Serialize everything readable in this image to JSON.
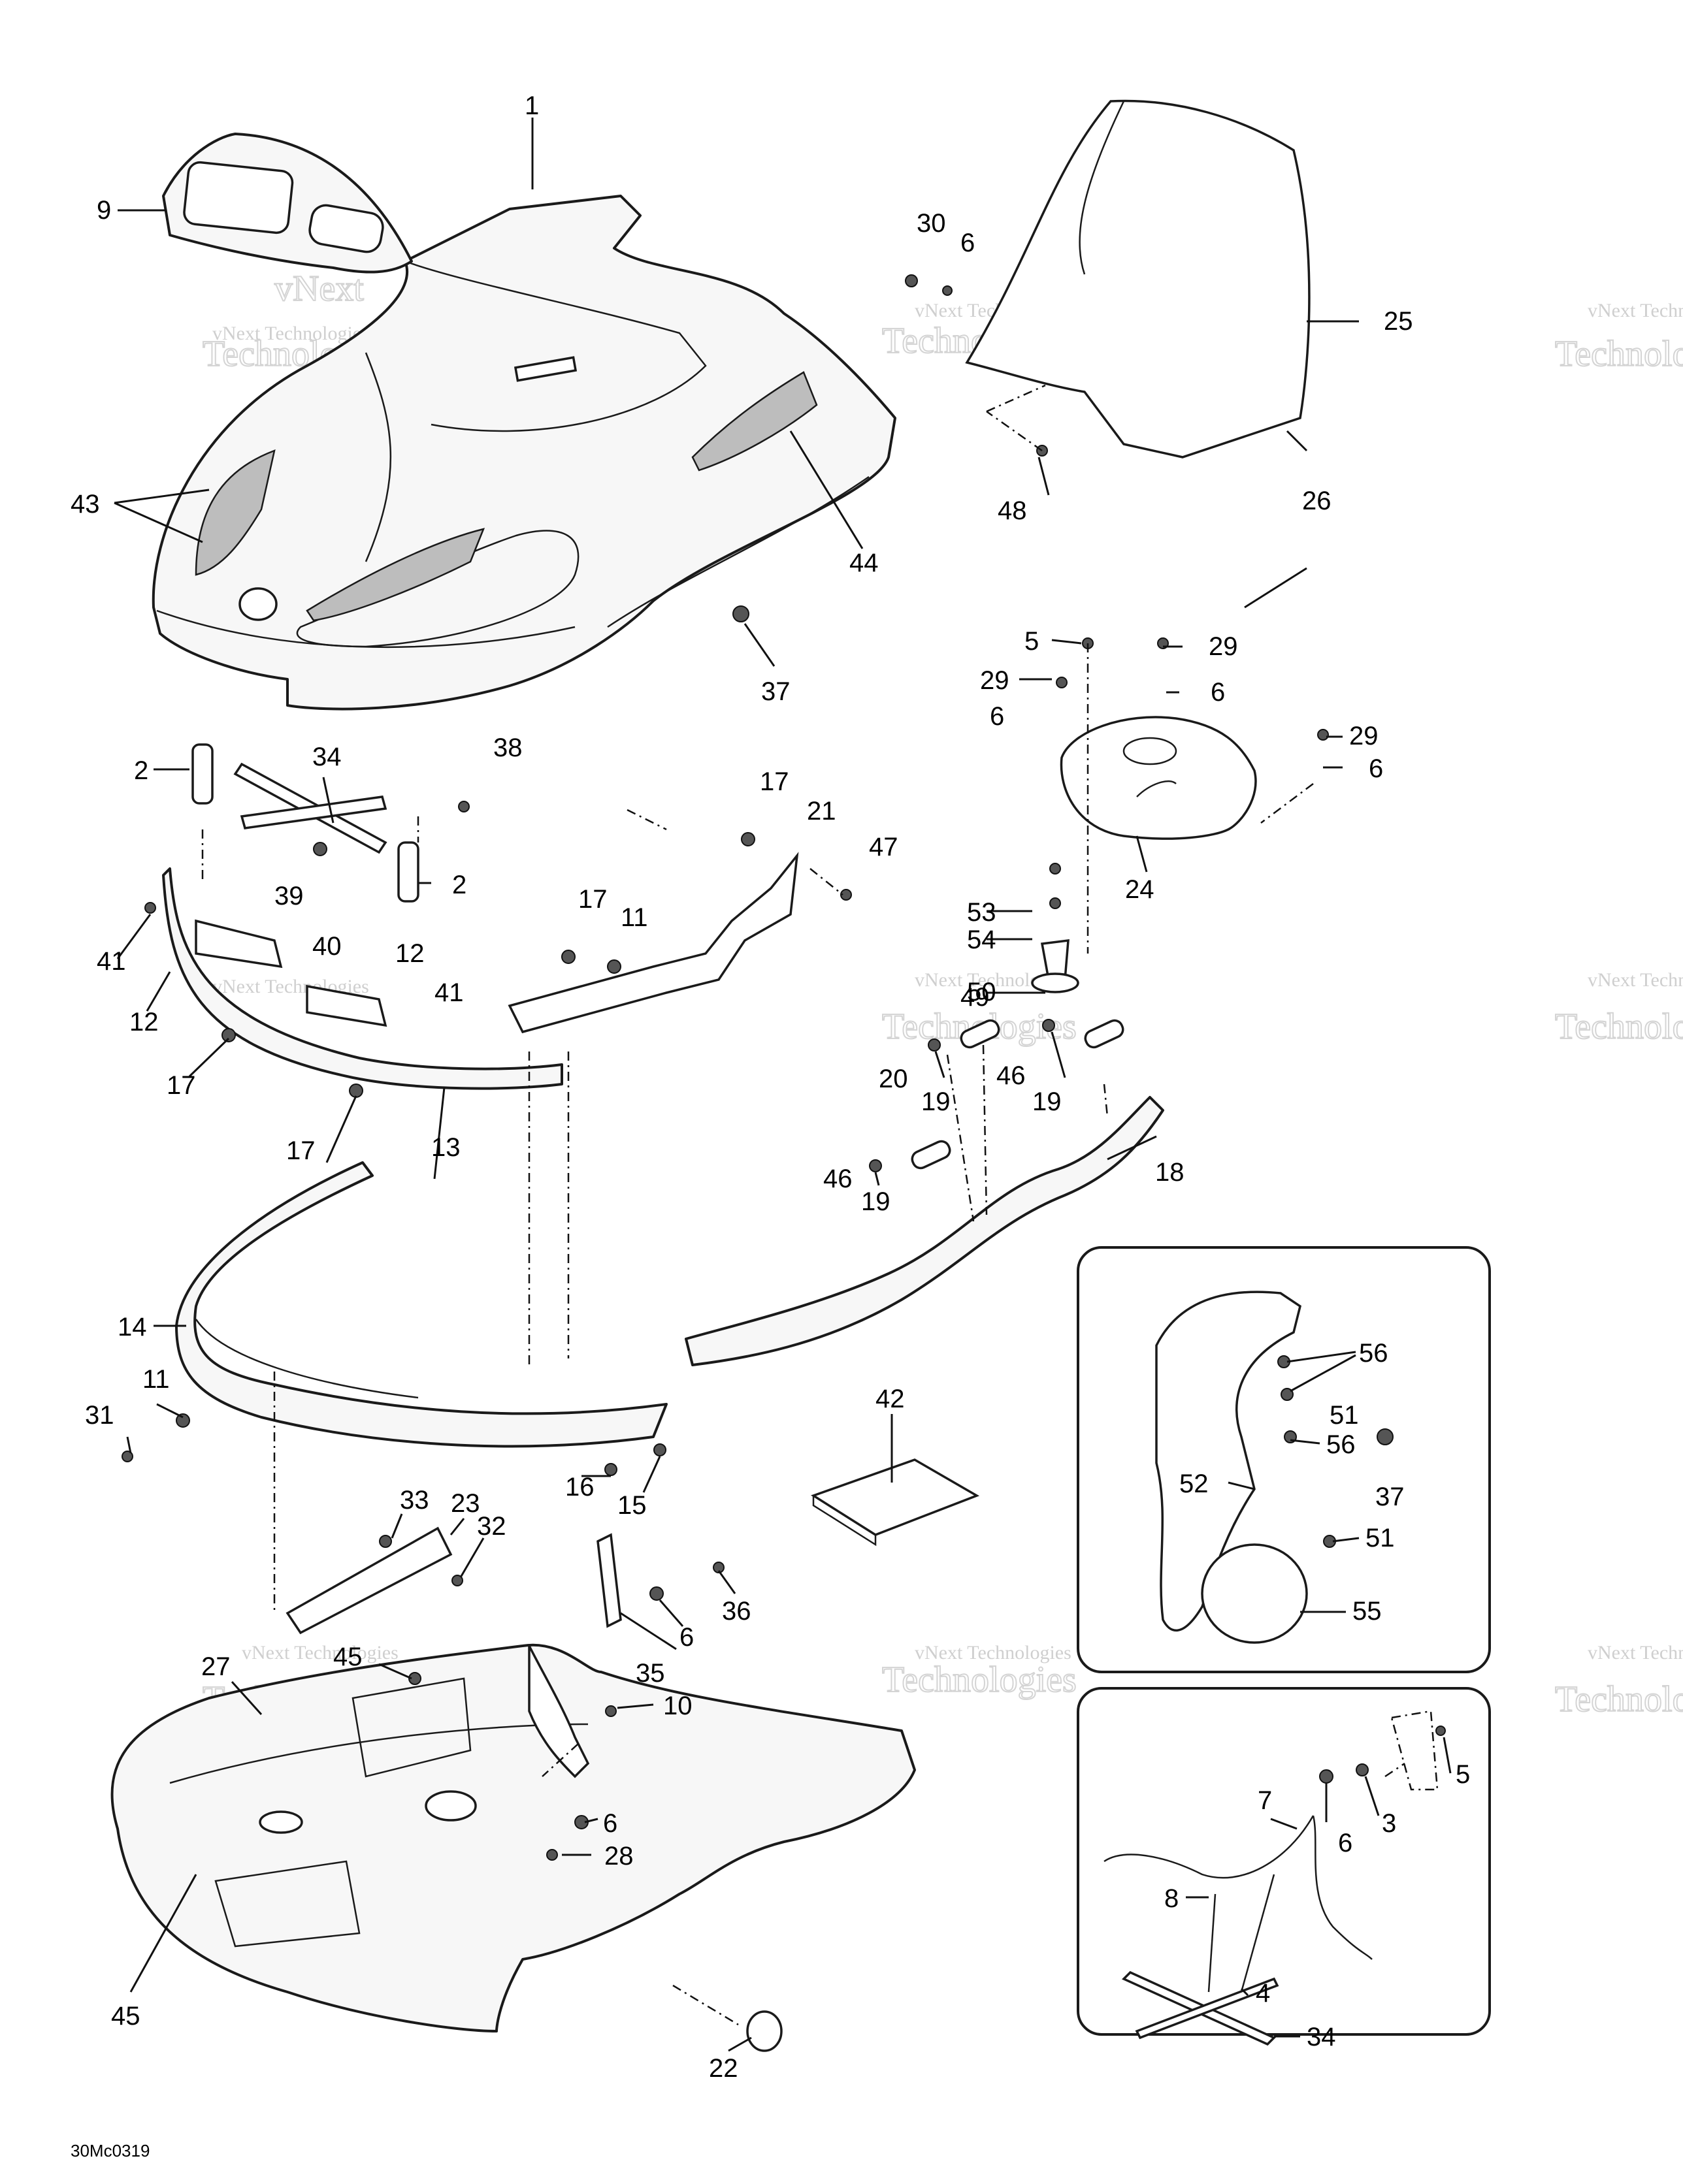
{
  "figure_code": "30Mc0319",
  "watermark": {
    "line1": "vNext Technologies",
    "line2": "vNext",
    "line3": "Technologies"
  },
  "callouts": [
    {
      "id": "c1",
      "label": "1"
    },
    {
      "id": "c9",
      "label": "9"
    },
    {
      "id": "c43",
      "label": "43"
    },
    {
      "id": "c44",
      "label": "44"
    },
    {
      "id": "c37a",
      "label": "37"
    },
    {
      "id": "c30",
      "label": "30"
    },
    {
      "id": "c6a",
      "label": "6"
    },
    {
      "id": "c25",
      "label": "25"
    },
    {
      "id": "c48",
      "label": "48"
    },
    {
      "id": "c26",
      "label": "26"
    },
    {
      "id": "c5a",
      "label": "5"
    },
    {
      "id": "c29a",
      "label": "29"
    },
    {
      "id": "c29b",
      "label": "29"
    },
    {
      "id": "c6b",
      "label": "6"
    },
    {
      "id": "c6c",
      "label": "6"
    },
    {
      "id": "c29c",
      "label": "29"
    },
    {
      "id": "c6d",
      "label": "6"
    },
    {
      "id": "c24",
      "label": "24"
    },
    {
      "id": "c2a",
      "label": "2"
    },
    {
      "id": "c34a",
      "label": "34"
    },
    {
      "id": "c38",
      "label": "38"
    },
    {
      "id": "c39",
      "label": "39"
    },
    {
      "id": "c2b",
      "label": "2"
    },
    {
      "id": "c41a",
      "label": "41"
    },
    {
      "id": "c40",
      "label": "40"
    },
    {
      "id": "c12a",
      "label": "12"
    },
    {
      "id": "c12b",
      "label": "12"
    },
    {
      "id": "c41b",
      "label": "41"
    },
    {
      "id": "c17a",
      "label": "17"
    },
    {
      "id": "c17b",
      "label": "17"
    },
    {
      "id": "c13",
      "label": "13"
    },
    {
      "id": "c17c",
      "label": "17"
    },
    {
      "id": "c11a",
      "label": "11"
    },
    {
      "id": "c17d",
      "label": "17"
    },
    {
      "id": "c21",
      "label": "21"
    },
    {
      "id": "c47",
      "label": "47"
    },
    {
      "id": "c53",
      "label": "53"
    },
    {
      "id": "c54",
      "label": "54"
    },
    {
      "id": "c50",
      "label": "50"
    },
    {
      "id": "c49",
      "label": "49"
    },
    {
      "id": "c20",
      "label": "20"
    },
    {
      "id": "c19a",
      "label": "19"
    },
    {
      "id": "c46a",
      "label": "46"
    },
    {
      "id": "c19b",
      "label": "19"
    },
    {
      "id": "c46b",
      "label": "46"
    },
    {
      "id": "c19c",
      "label": "19"
    },
    {
      "id": "c18",
      "label": "18"
    },
    {
      "id": "c14",
      "label": "14"
    },
    {
      "id": "c11b",
      "label": "11"
    },
    {
      "id": "c31",
      "label": "31"
    },
    {
      "id": "c16",
      "label": "16"
    },
    {
      "id": "c15",
      "label": "15"
    },
    {
      "id": "c42",
      "label": "42"
    },
    {
      "id": "c33",
      "label": "33"
    },
    {
      "id": "c23",
      "label": "23"
    },
    {
      "id": "c32",
      "label": "32"
    },
    {
      "id": "c36",
      "label": "36"
    },
    {
      "id": "c6e",
      "label": "6"
    },
    {
      "id": "c35",
      "label": "35"
    },
    {
      "id": "c45a",
      "label": "45"
    },
    {
      "id": "c27",
      "label": "27"
    },
    {
      "id": "c10",
      "label": "10"
    },
    {
      "id": "c6f",
      "label": "6"
    },
    {
      "id": "c28",
      "label": "28"
    },
    {
      "id": "c45b",
      "label": "45"
    },
    {
      "id": "c22",
      "label": "22"
    },
    {
      "id": "c56a",
      "label": "56"
    },
    {
      "id": "c51a",
      "label": "51"
    },
    {
      "id": "c56b",
      "label": "56"
    },
    {
      "id": "c37b",
      "label": "37"
    },
    {
      "id": "c52",
      "label": "52"
    },
    {
      "id": "c51b",
      "label": "51"
    },
    {
      "id": "c55",
      "label": "55"
    },
    {
      "id": "c5b",
      "label": "5"
    },
    {
      "id": "c7",
      "label": "7"
    },
    {
      "id": "c3",
      "label": "3"
    },
    {
      "id": "c6g",
      "label": "6"
    },
    {
      "id": "c8",
      "label": "8"
    },
    {
      "id": "c4",
      "label": "4"
    },
    {
      "id": "c34b",
      "label": "34"
    }
  ]
}
